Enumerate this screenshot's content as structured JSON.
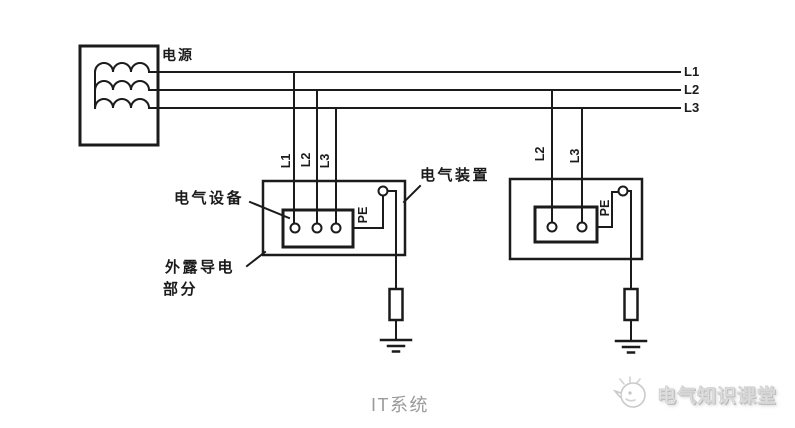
{
  "diagram": {
    "source_label": "电源",
    "bus_labels": [
      "L1",
      "L2",
      "L3"
    ],
    "device1": {
      "phase_labels": [
        "L1",
        "L2",
        "L3"
      ],
      "pe_label": "PE"
    },
    "device2": {
      "phase_labels": [
        "L2",
        "L3"
      ],
      "pe_label": "PE"
    },
    "annotations": {
      "equipment": "电气设备",
      "exposed_conductive_line1": "外露导电",
      "exposed_conductive_line2": "部分",
      "installation": "电气装置"
    },
    "caption": "IT系统",
    "watermark": {
      "text": "电气知识课堂"
    },
    "colors": {
      "line": "#1b1b1b",
      "caption_text": "#9b9b9b",
      "watermark_shadow": "#b5b5b5"
    }
  }
}
